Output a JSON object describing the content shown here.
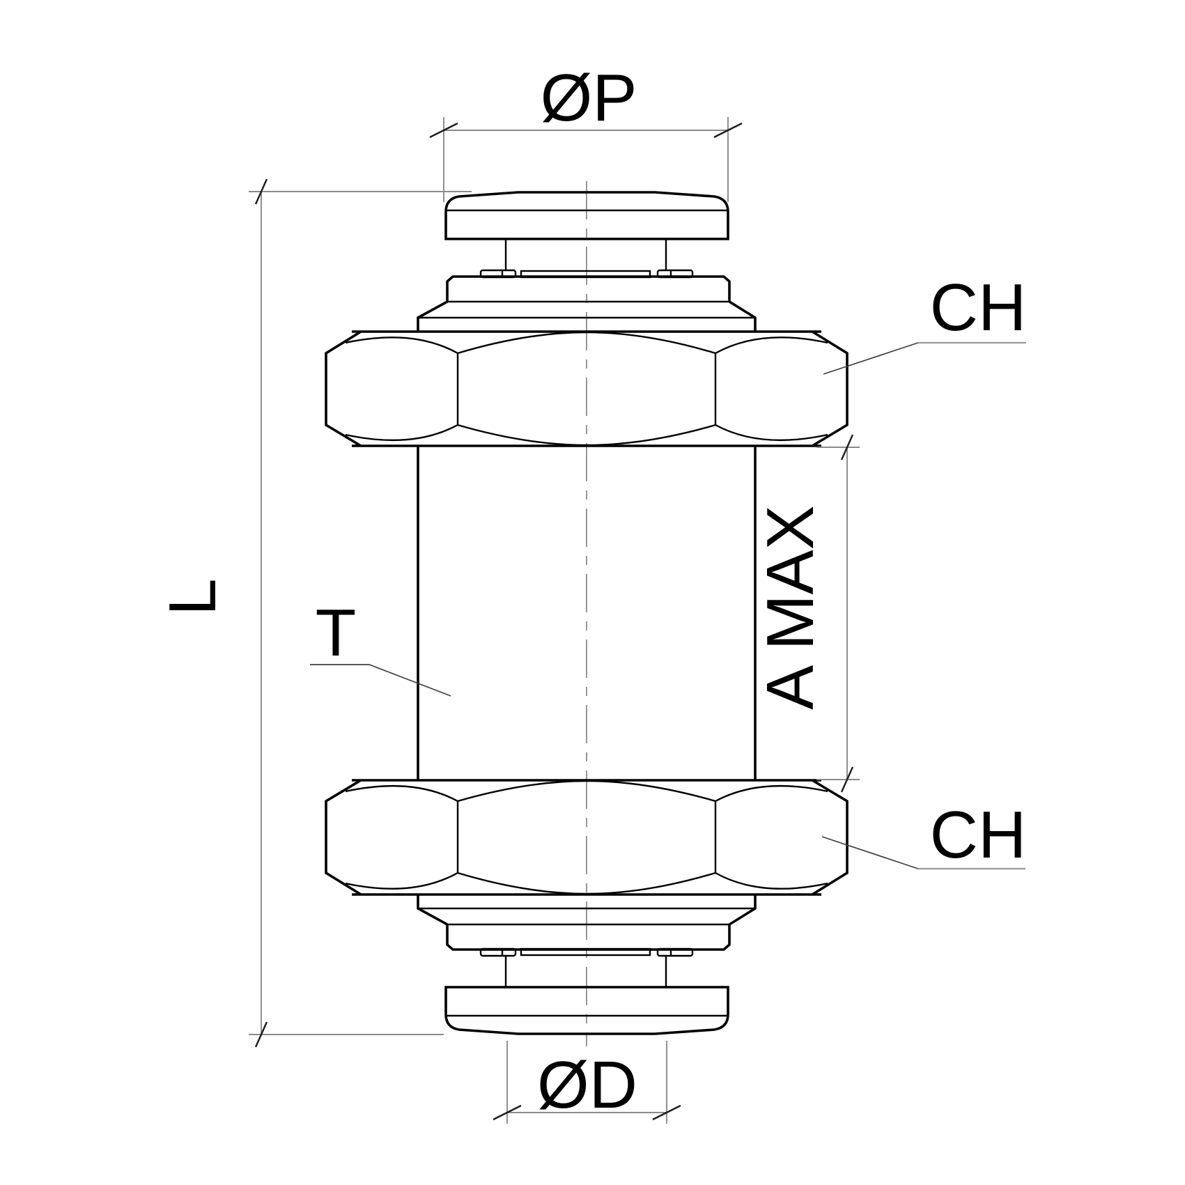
{
  "drawing": {
    "kind": "technical-dimension-drawing",
    "labels": {
      "top_diameter": "ØP",
      "wrench_size_top": "CH",
      "wrench_size_bottom": "CH",
      "overall_length": "L",
      "thread": "T",
      "a_max": "A MAX",
      "tube_diameter": "ØD"
    },
    "colors": {
      "outline": "#000000",
      "dimension_lines": "#8a8a8a",
      "leader_lines": "#3f3f3f",
      "text": "#000000",
      "background": "#ffffff"
    }
  }
}
